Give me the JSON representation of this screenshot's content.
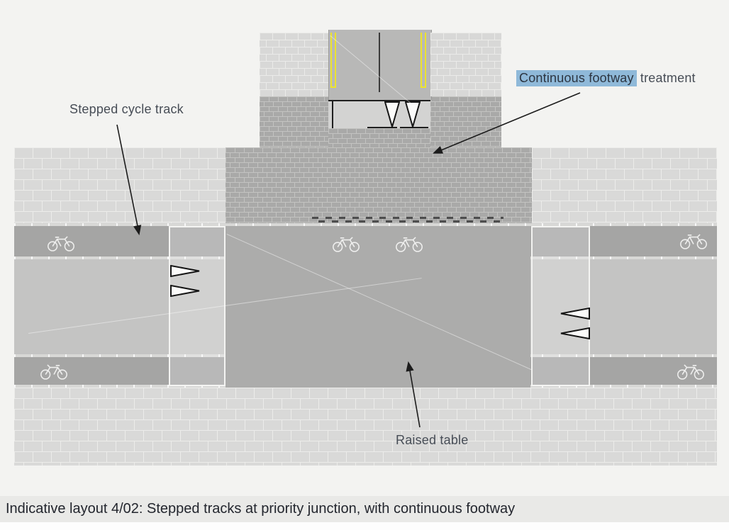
{
  "caption": {
    "text": "Indicative layout 4/02: Stepped tracks at priority junction, with continuous footway"
  },
  "annotations": {
    "stepped_cycle_track": "Stepped cycle track",
    "continuous_footway_term": "Continuous footway",
    "continuous_footway_suffix": " treatment",
    "raised_table": "Raised table"
  },
  "legend_colors": {
    "term_highlight": "#8fb9d9",
    "double_yellow_lines": "#ece32e",
    "cycle_track": "#a5a5a4",
    "carriageway": "#c4c4c3",
    "raised_table": "#acacab",
    "footway_paving": "#d9d9d8",
    "continuous_footway_paving": "#a9a9a8"
  },
  "markings": {
    "give_way_triangles": {
      "side_road": 2,
      "left_ramp": 2,
      "right_ramp": 2
    },
    "bicycle_symbols": 6,
    "double_yellow_lines": "both sides of side road"
  }
}
